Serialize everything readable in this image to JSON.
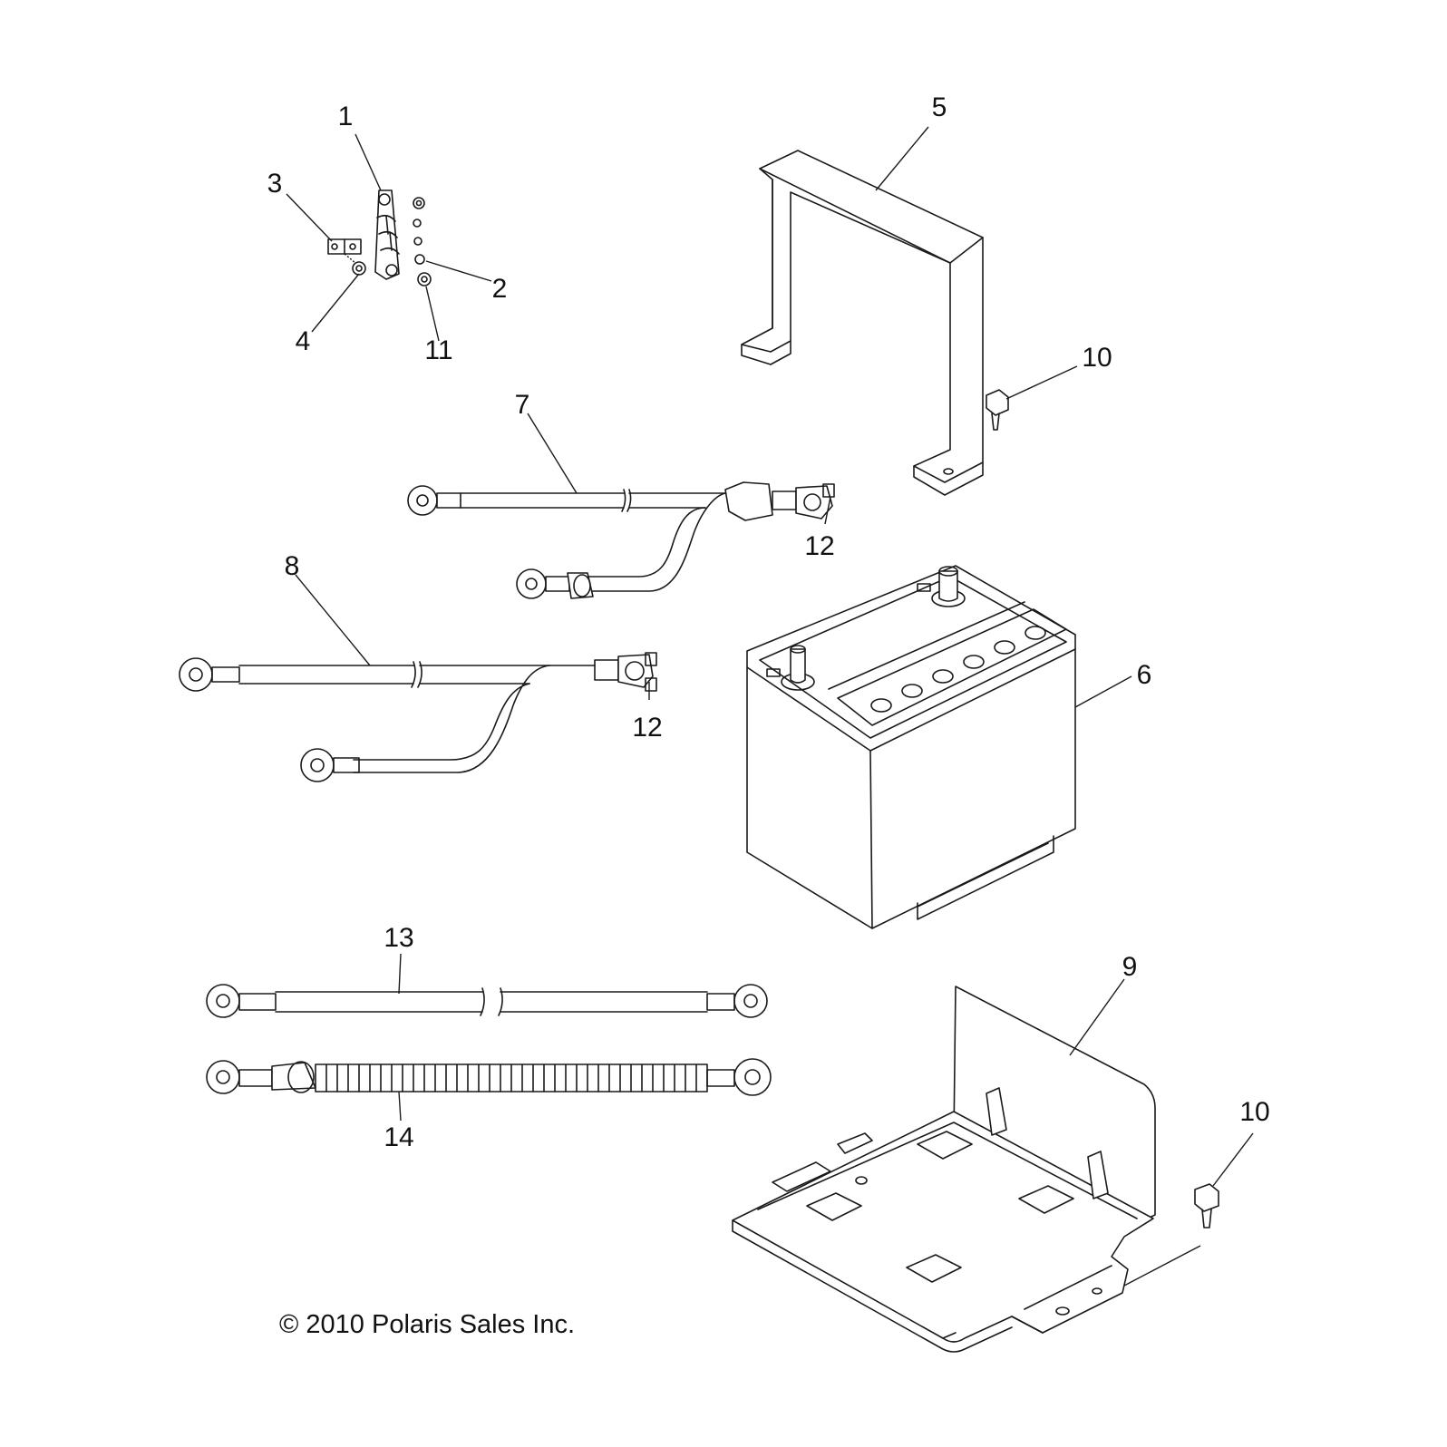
{
  "callouts": {
    "c1": "1",
    "c2": "2",
    "c3": "3",
    "c4": "4",
    "c5": "5",
    "c6": "6",
    "c7": "7",
    "c8": "8",
    "c9": "9",
    "c10a": "10",
    "c10b": "10",
    "c11": "11",
    "c12a": "12",
    "c12b": "12",
    "c13": "13",
    "c14": "14"
  },
  "copyright": "© 2010 Polaris Sales Inc.",
  "colors": {
    "line": "#1a1a1a",
    "background": "#ffffff"
  }
}
